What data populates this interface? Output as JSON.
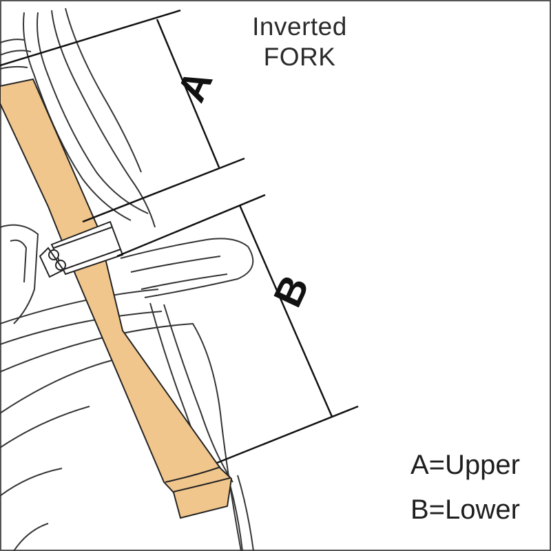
{
  "title": {
    "line1": "Inverted",
    "line2": "FORK"
  },
  "dimensions": {
    "upper_label": "A",
    "lower_label": "B"
  },
  "legend": {
    "upper": "A=Upper",
    "lower": "B=Lower"
  },
  "colors": {
    "fork_tube": "#f0c68d",
    "outline": "#222222",
    "background": "#ffffff"
  }
}
